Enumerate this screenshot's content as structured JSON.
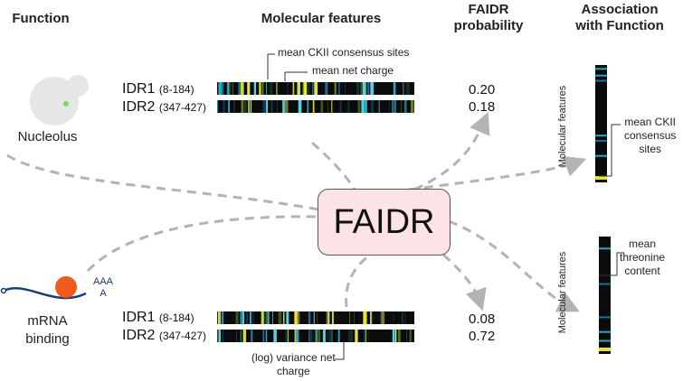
{
  "headers": {
    "function": "Function",
    "molecular_features": "Molecular features",
    "faidr_probability": "FAIDR\nprobability",
    "association": "Association\nwith Function"
  },
  "center": {
    "label": "FAIDR"
  },
  "panels": [
    {
      "function_label": "Nucleolus",
      "idrs": [
        {
          "name": "IDR1",
          "range": "(8-184)",
          "probability": "0.20"
        },
        {
          "name": "IDR2",
          "range": "(347-427)",
          "probability": "0.18"
        }
      ],
      "annotations": [
        "mean CKII consensus sites",
        "mean net charge"
      ]
    },
    {
      "function_label": "mRNA\nbinding",
      "idrs": [
        {
          "name": "IDR1",
          "range": "(8-184)",
          "probability": "0.08"
        },
        {
          "name": "IDR2",
          "range": "(347-427)",
          "probability": "0.72"
        }
      ],
      "annotations": [
        "(log) variance net\ncharge"
      ]
    }
  ],
  "association_panels": [
    {
      "axis_label": "Molecular features",
      "annotation": "mean CKII\nconsensus\nsites"
    },
    {
      "axis_label": "Molecular features",
      "annotation": "mean\nthreonine\ncontent"
    }
  ],
  "polyA": {
    "line1": "AAA",
    "line2": "A"
  },
  "colors": {
    "faidr_box_fill": "#fbe3e6",
    "arrow": "#b3b3b3",
    "nucleolus_dot": "#7ed957",
    "ribosome": "#f05a1a",
    "mrna": "#1a3a7a"
  }
}
